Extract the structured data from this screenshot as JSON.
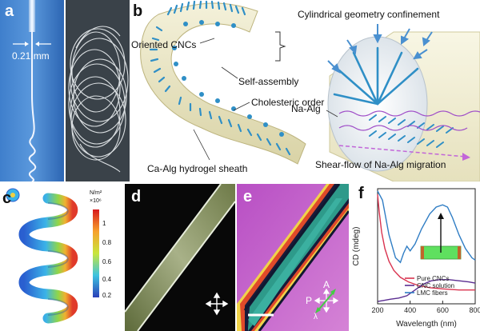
{
  "panel_a": {
    "label": "a",
    "scale_text": "0.21 mm"
  },
  "panel_b": {
    "label": "b",
    "annotations": {
      "oriented": "Oriented CNCs",
      "self_assembly": "Self-assembly",
      "cholesteric": "Cholesteric order",
      "sheath": "Ca-Alg hydrogel sheath",
      "cylindrical": "Cylindrical geometry confinement",
      "na_alg": "Na-Alg",
      "shear": "Shear-flow of Na-Alg migration"
    }
  },
  "panel_c": {
    "label": "c",
    "colorbar_unit": "N/m²",
    "colorbar_exp": "×10⁶",
    "colorbar_ticks": [
      "1",
      "0.8",
      "0.6",
      "0.4",
      "0.2"
    ]
  },
  "panel_d": {
    "label": "d"
  },
  "panel_e": {
    "label": "e",
    "axis_a": "A",
    "axis_p": "P",
    "axis_lambda": "λ"
  },
  "panel_f": {
    "label": "f",
    "chart_data": {
      "type": "line",
      "xlabel": "Wavelength (nm)",
      "ylabel": "CD (mdeg)",
      "xlim": [
        200,
        800
      ],
      "xticks": [
        "200",
        "400",
        "600",
        "800"
      ],
      "ylim": [
        0,
        1
      ],
      "legend_placement": "bottom-right",
      "series": [
        {
          "name": "Pure CNCs",
          "color": "#d9334f",
          "x": [
            200,
            210,
            225,
            245,
            270,
            300,
            340,
            390,
            450,
            520,
            600,
            700,
            800
          ],
          "y": [
            0.95,
            0.8,
            0.62,
            0.48,
            0.37,
            0.29,
            0.23,
            0.19,
            0.16,
            0.14,
            0.13,
            0.12,
            0.12
          ]
        },
        {
          "name": "CNC solution",
          "color": "#5a2d91",
          "x": [
            200,
            240,
            280,
            330,
            380,
            430,
            480,
            530,
            580,
            640,
            700,
            760,
            800
          ],
          "y": [
            0.02,
            0.03,
            0.04,
            0.05,
            0.07,
            0.12,
            0.17,
            0.2,
            0.21,
            0.21,
            0.2,
            0.19,
            0.18
          ]
        },
        {
          "name": "LMC fibers",
          "color": "#2f7dc4",
          "x": [
            200,
            230,
            270,
            310,
            340,
            360,
            380,
            400,
            430,
            470,
            520,
            560,
            600,
            630,
            660,
            700,
            740,
            780,
            800
          ],
          "y": [
            0.98,
            0.9,
            0.6,
            0.4,
            0.36,
            0.44,
            0.5,
            0.46,
            0.52,
            0.65,
            0.78,
            0.84,
            0.86,
            0.84,
            0.75,
            0.6,
            0.48,
            0.4,
            0.38
          ]
        }
      ]
    }
  }
}
